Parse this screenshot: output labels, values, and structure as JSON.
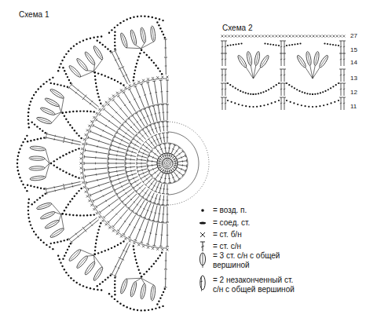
{
  "diagram": {
    "labels": [
      "Схема 1",
      "Схема 2",
      "27",
      "15",
      "14",
      "13",
      "12",
      "11"
    ],
    "legend": [
      {
        "text": "= возд. п."
      },
      {
        "text": "= соед. ст."
      },
      {
        "text": "= ст. б/н"
      },
      {
        "text": "= ст. с/н"
      },
      {
        "text": "= 3 ст. с/н с общей вершиной"
      },
      {
        "text": "= 2 незаконченный ст. с/н с общей вершиной"
      }
    ]
  }
}
